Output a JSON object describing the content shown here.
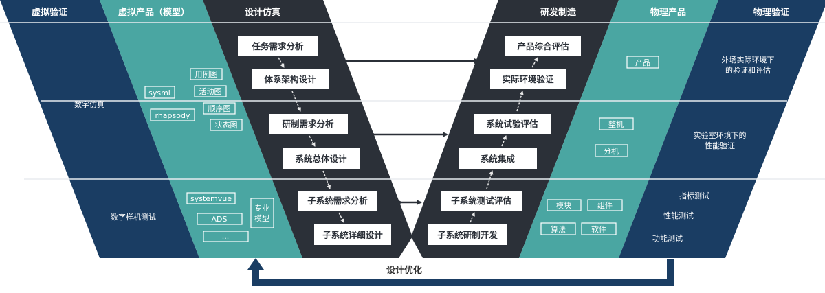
{
  "columns": {
    "virtual_verification": "虚拟验证",
    "virtual_product": "虚拟产品（模型）",
    "design_simulation": "设计仿真",
    "rd_manufacturing": "研发制造",
    "physical_product": "物理产品",
    "physical_verification": "物理验证"
  },
  "virtual_verification": {
    "digital_simulation": "数字仿真",
    "digital_prototype_test": "数字样机测试"
  },
  "virtual_product": {
    "tools_upper": [
      "sysml",
      "rhapsody"
    ],
    "diagrams": [
      "用例图",
      "活动图",
      "顺序图",
      "状态图"
    ],
    "tools_lower": [
      "systemvue",
      "ADS",
      "..."
    ],
    "professional_model": [
      "专业",
      "模型"
    ]
  },
  "design_steps": [
    "任务需求分析",
    "体系架构设计",
    "研制需求分析",
    "系统总体设计",
    "子系统需求分析",
    "子系统详细设计"
  ],
  "manufacturing_steps": [
    "产品综合评估",
    "实际环境验证",
    "系统试验评估",
    "系统集成",
    "子系统测试评估",
    "子系统研制开发"
  ],
  "physical_product": {
    "product": "产品",
    "complete_machine": "整机",
    "sub_machine": "分机",
    "module": "模块",
    "component": "组件",
    "algorithm": "算法",
    "software": "软件"
  },
  "physical_verification": {
    "field_line1": "外场实际环境下",
    "field_line2": "的验证和评估",
    "lab_line1": "实验室环境下的",
    "lab_line2": "性能验证",
    "tests": [
      "指标测试",
      "性能测试",
      "功能测试"
    ]
  },
  "feedback_label": "设计优化",
  "colors": {
    "navy": "#1a3d63",
    "teal": "#4aa6a2",
    "charcoal": "#2b3038"
  }
}
